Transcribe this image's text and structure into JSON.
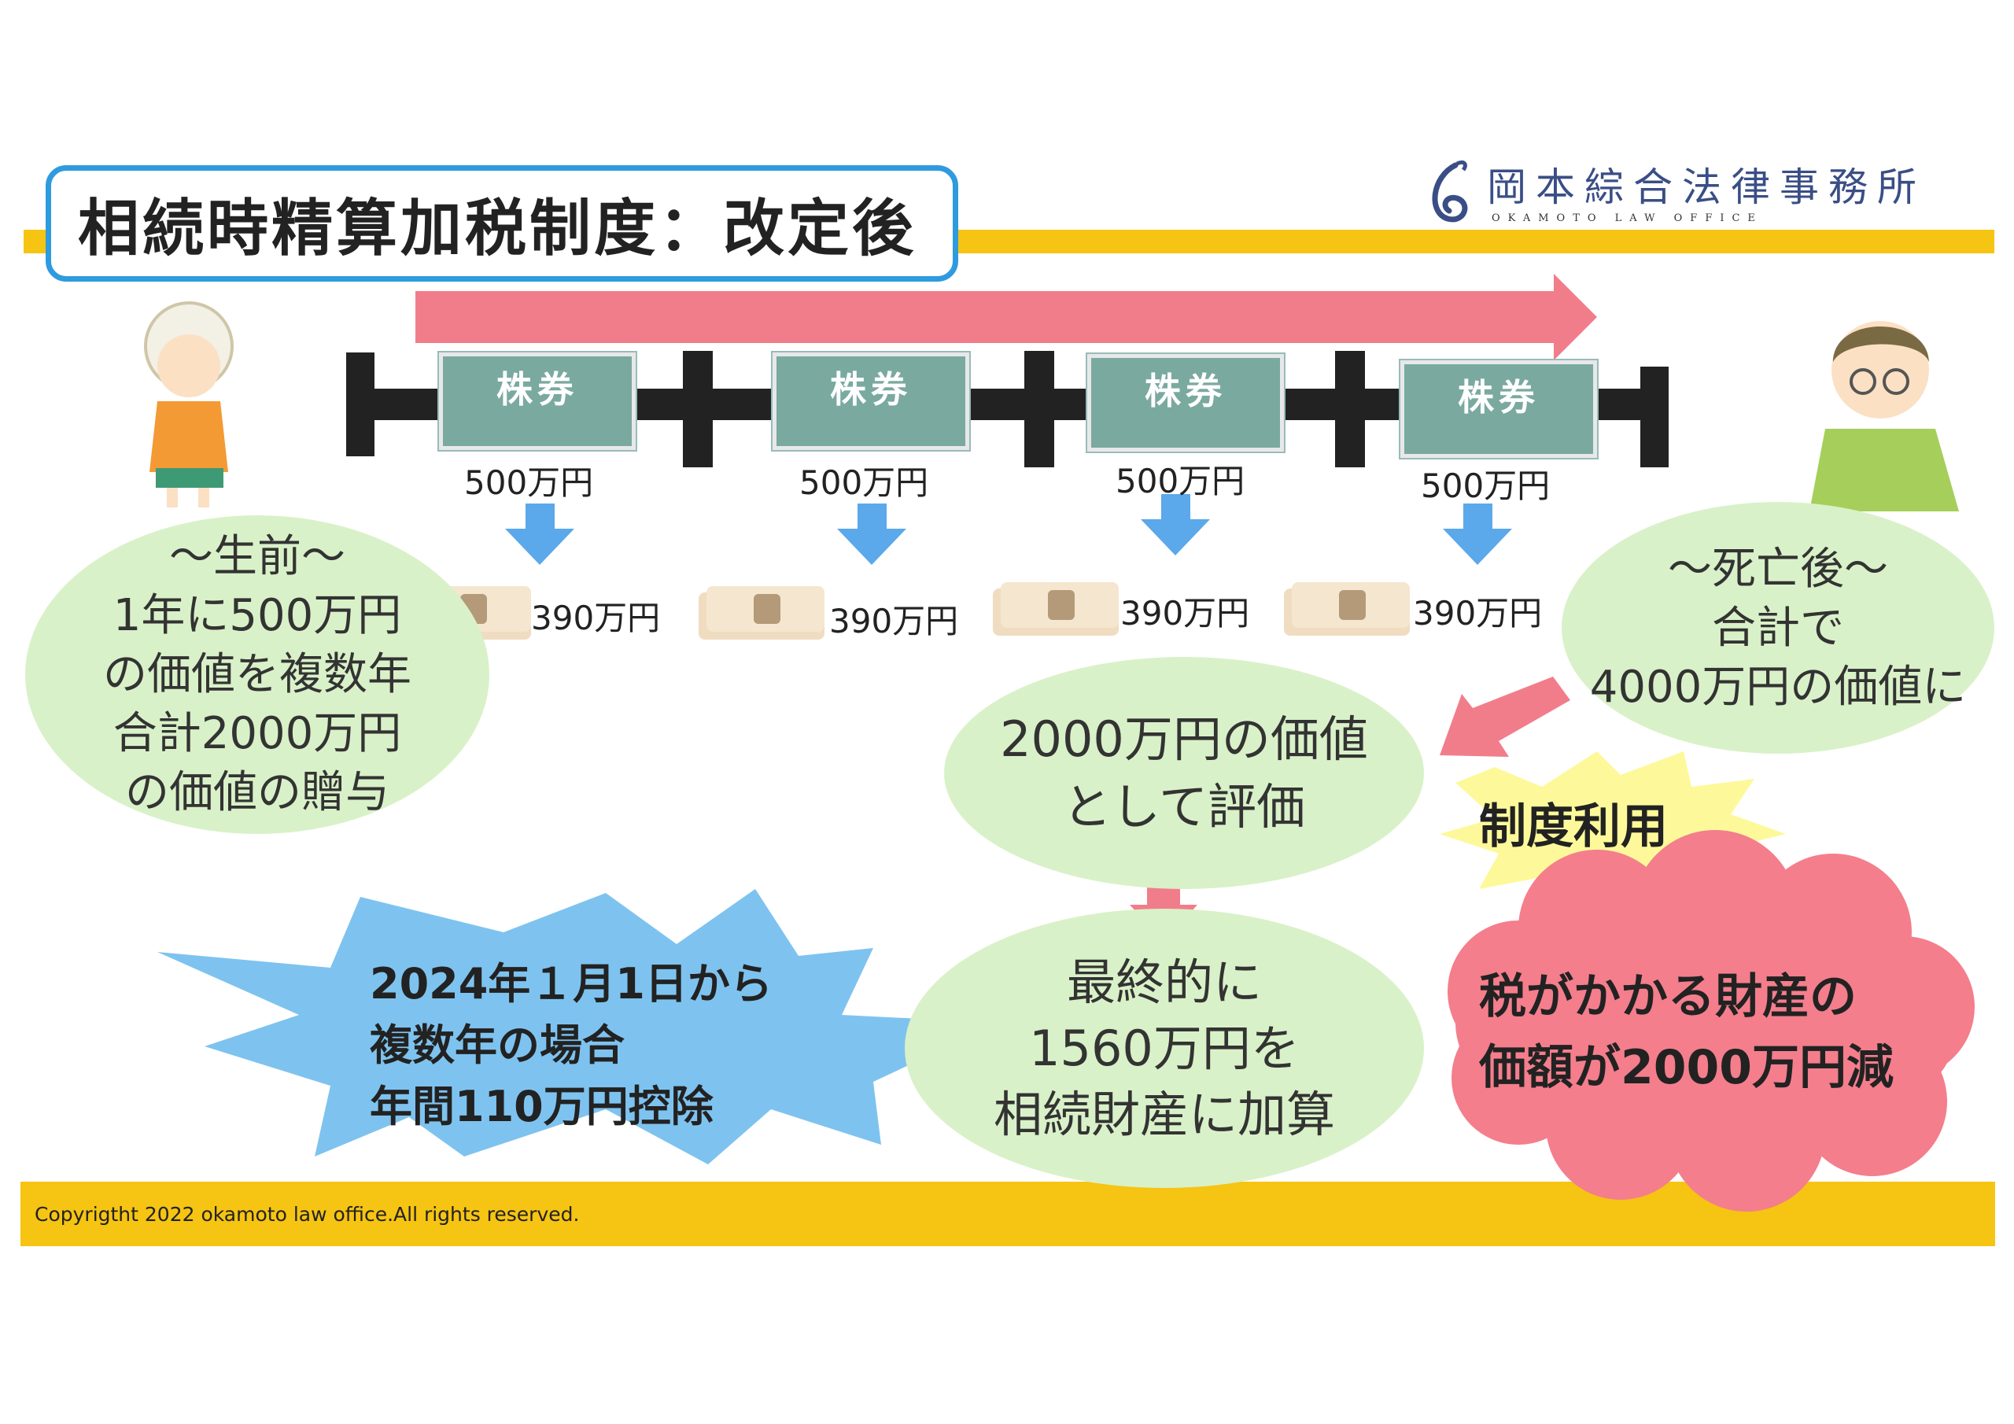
{
  "title": "相続時精算加税制度：改定後",
  "logo": {
    "name": "岡本綜合法律事務所",
    "sub": "OKAMOTO LAW OFFICE"
  },
  "stock_label": "株券",
  "gift_values": [
    "500万円",
    "500万円",
    "500万円",
    "500万円"
  ],
  "eval_values": [
    "390万円",
    "390万円",
    "390万円",
    "390万円"
  ],
  "before_death": {
    "heading": "～生前～",
    "line1": "1年に500万円",
    "line2": "の価値を複数年",
    "line3": "合計2000万円",
    "line4": "の価値の贈与"
  },
  "after_death": {
    "heading": "～死亡後～",
    "line1": "合計で",
    "line2": "4000万円の価値に"
  },
  "valuation": {
    "line1": "2000万円の価値",
    "line2": "として評価"
  },
  "system_use": "制度利用",
  "final": {
    "line1": "最終的に",
    "line2": "1560万円を",
    "line3": "相続財産に加算"
  },
  "deduction": {
    "line1": "2024年１月1日から",
    "line2": "複数年の場合",
    "line3": "年間110万円控除"
  },
  "reduction": {
    "line1": "税がかかる財産の",
    "line2": "価額が2000万円減"
  },
  "copyright": "Copyrigtht 2022 okamoto law office.All rights reserved.",
  "colors": {
    "band": "#f6c412",
    "title_border": "#2f9bdf",
    "ellipse": "#d9f1c8",
    "red_arrow": "#f27d8a",
    "blue_arrow": "#5ba8ea",
    "burst_blue": "#7ec3ef",
    "burst_yellow": "#fdf99a",
    "cloud_red": "#f47e8c"
  }
}
